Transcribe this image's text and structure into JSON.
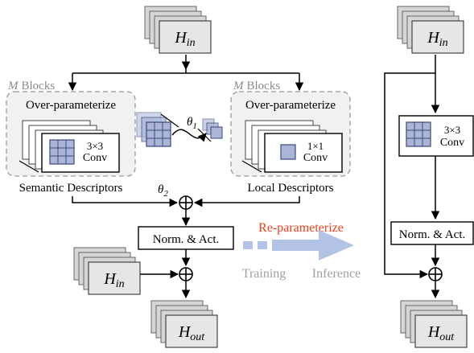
{
  "labels": {
    "h_in": "H",
    "h_in_sub": "in",
    "h_out": "H",
    "h_out_sub": "out",
    "m_blocks_var": "M",
    "m_blocks_word": "Blocks",
    "over_parameterize": "Over-parameterize",
    "conv3_a": "3×3",
    "conv3_b": "Conv",
    "conv1_a": "1×1",
    "conv1_b": "Conv",
    "semantic_descriptors": "Semantic Descriptors",
    "local_descriptors": "Local Descriptors",
    "theta": "θ",
    "theta1_sub": "1",
    "theta2_sub": "2",
    "norm_act": "Norm. & Act.",
    "reparameterize": "Re-parameterize",
    "training": "Training",
    "inference": "Inference",
    "plus": "⊕"
  },
  "colors": {
    "feature_block": "#d6d6d6",
    "feature_block_front": "#e6e6e6",
    "dashed_panel": "#f1f1f1",
    "dashed_border": "#9a9a9a",
    "grid_fill": "#aab5d8",
    "grid_line": "#3a4a7a",
    "reparam_text": "#e8401c",
    "arrow_blue": "#b3c3e6",
    "muted_text": "#a0a0a0"
  }
}
